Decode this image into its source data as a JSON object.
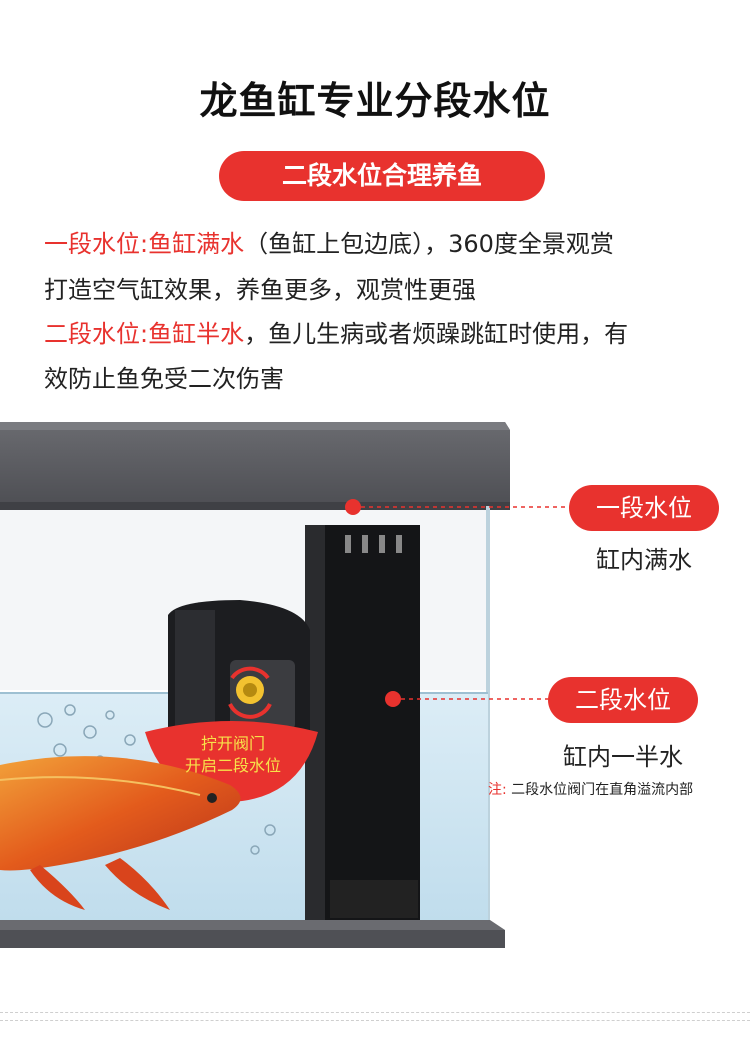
{
  "title": "龙鱼缸专业分段水位",
  "pill": "二段水位合理养鱼",
  "desc": {
    "line1_red": "一段水位:鱼缸满水",
    "line1_rest": "（鱼缸上包边底），360度全景观赏",
    "line2": "打造空气缸效果，养鱼更多，观赏性更强",
    "line3_red": "二段水位:鱼缸半水",
    "line3_rest": "，鱼儿生病或者烦躁跳缸时使用，有",
    "line4": "效防止鱼免受二次伤害"
  },
  "labels": {
    "level1_badge": "一段水位",
    "level1_sub": "缸内满水",
    "level2_badge": "二段水位",
    "level2_sub": "缸内一半水",
    "note_prefix": "注:",
    "note_text": "二段水位阀门在直角溢流内部"
  },
  "valve_callout": {
    "line1": "拧开阀门",
    "line2": "开启二段水位"
  },
  "colors": {
    "accent": "#e8322e",
    "frame": "#5d5e63",
    "water": "#cfe7f3"
  }
}
